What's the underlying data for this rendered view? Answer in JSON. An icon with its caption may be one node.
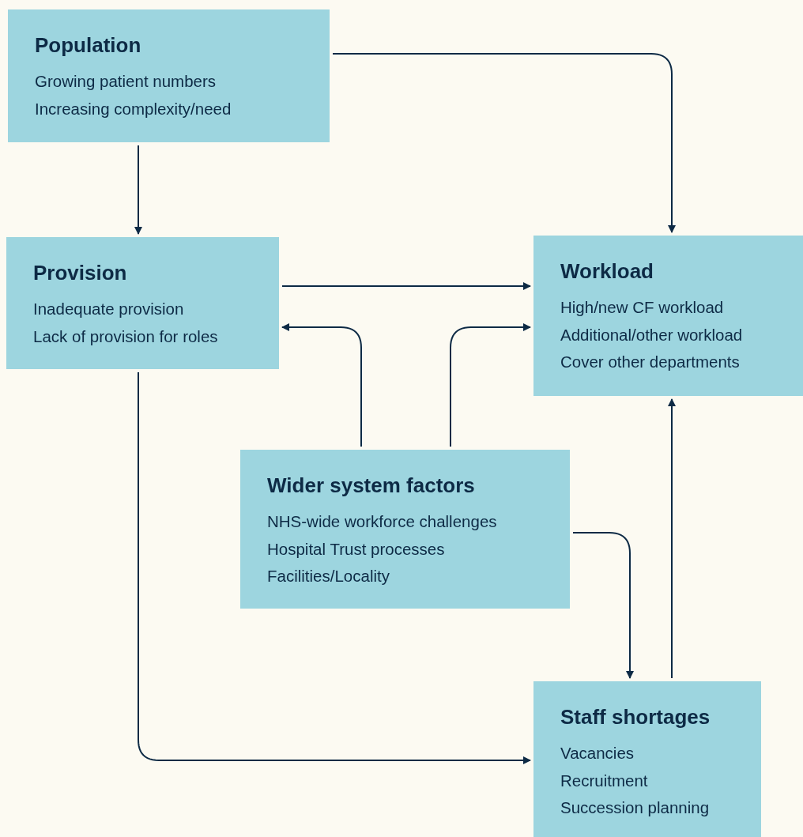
{
  "diagram": {
    "nodes": [
      {
        "text": [
          "Population",
          "Growing patient numbers",
          "Increasing complexity/need"
        ]
      },
      {
        "text": [
          "Provision",
          "Inadequate provision",
          "Lack of provision for roles"
        ]
      },
      {
        "text": [
          "Workload",
          "High/new CF workload",
          "Additional/other workload",
          "Cover other departments"
        ]
      },
      {
        "text": [
          "Wider system factors",
          "NHS-wide workforce challenges",
          "Hospital Trust processes",
          "Facilities/Locality"
        ]
      },
      {
        "text": [
          "Staff shortages",
          "Vacancies",
          "Recruitment",
          "Succession planning"
        ]
      }
    ],
    "edges": [
      {
        "from": 0,
        "to": 2,
        "arrow": "to"
      },
      {
        "from": 0,
        "to": 1,
        "arrow": "to"
      },
      {
        "from": 1,
        "to": 2,
        "arrow": "to"
      },
      {
        "from": 3,
        "to": 1,
        "arrow": "to"
      },
      {
        "from": 3,
        "to": 2,
        "arrow": "to"
      },
      {
        "from": 3,
        "to": 4,
        "arrow": "to"
      },
      {
        "from": 4,
        "to": 2,
        "arrow": "to"
      },
      {
        "from": 1,
        "to": 4,
        "arrow": "to"
      }
    ]
  }
}
